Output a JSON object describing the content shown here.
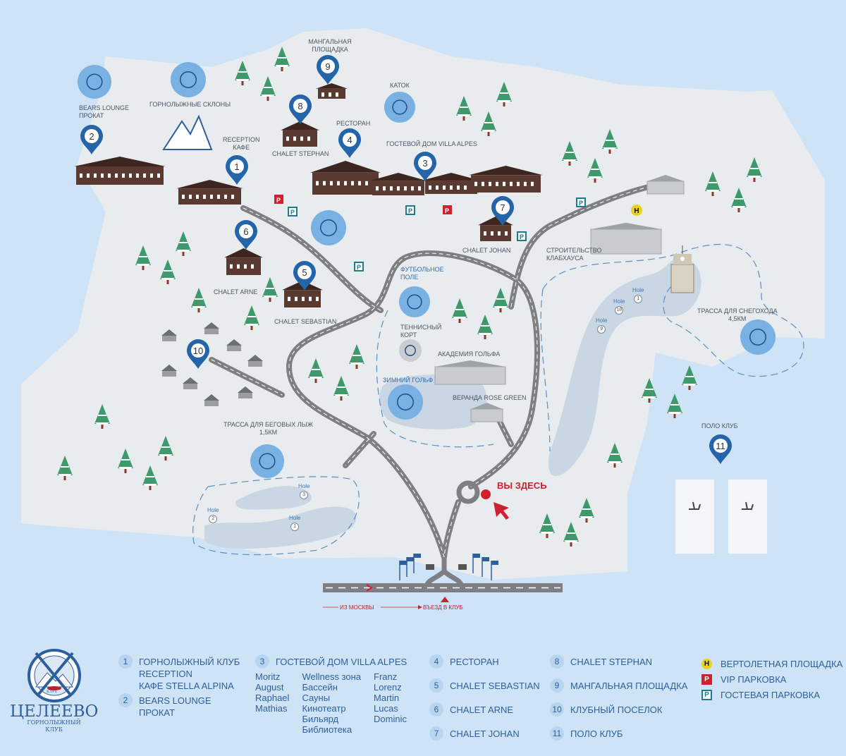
{
  "map": {
    "labels": {
      "bears_lounge": "BEARS LOUNGE",
      "prokat": "ПРОКАТ",
      "slopes": "ГОРНОЛЫЖНЫЕ СКЛОНЫ",
      "bbq": "МАНГАЛЬНАЯ ПЛОЩАДКА",
      "rink": "КАТОК",
      "reception": "RECEPTION",
      "cafe": "КАФЕ",
      "chalet_stephan": "CHALET STEPHAN",
      "restaurant": "РЕСТОРАН",
      "villa_alpes": "ГОСТЕВОЙ ДОМ VILLA ALPES",
      "chalet_johan": "CHALET JOHAN",
      "clubhouse": "СТРОИТЕЛЬСТВО КЛАБХАУСА",
      "chalet_arne": "CHALET ARNE",
      "chalet_sebastian": "CHALET SEBASTIAN",
      "football": "ФУТБОЛЬНОЕ ПОЛЕ",
      "tennis": "ТЕННИСНЫЙ КОРТ",
      "golf_academy": "АКАДЕМИЯ ГОЛЬФА",
      "winter_golf": "ЗИМНИЙ ГОЛЬФ",
      "veranda": "ВЕРАНДА ROSE GREEN",
      "snowmobile": "ТРАССА ДЛЯ СНЕГОХОДА",
      "snowmobile_len": "4,5км",
      "ski_track": "ТРАССА ДЛЯ БЕГОВЫХ ЛЫЖ",
      "ski_track_len": "1,5км",
      "polo": "ПОЛО КЛУБ",
      "you_are_here": "ВЫ ЗДЕСЬ",
      "from_moscow": "ИЗ МОСКВЫ",
      "entrance": "ВЪЕЗД В КЛУБ"
    },
    "holes": [
      {
        "label": "Hole",
        "n": "1"
      },
      {
        "label": "Hole",
        "n": "18"
      },
      {
        "label": "Hole",
        "n": "9"
      },
      {
        "label": "Hole",
        "n": "3"
      },
      {
        "label": "Hole",
        "n": "2"
      },
      {
        "label": "Hole",
        "n": "1"
      }
    ],
    "pins": [
      "1",
      "2",
      "3",
      "4",
      "5",
      "6",
      "7",
      "8",
      "9",
      "10",
      "11"
    ],
    "parking_symbol": "P",
    "heli_symbol": "H",
    "colors": {
      "pin": "#2464a8",
      "land": "#e9ecef",
      "water": "#cfe3f6",
      "lake": "#c9d7e4",
      "road": "#7d7f82",
      "accent": "#d0202e"
    }
  },
  "logo": {
    "title": "ЦЕЛЕЕВО",
    "subtitle1": "ГОРНОЛЫЖНЫЙ",
    "subtitle2": "КЛУБ",
    "badge": "КЛУБ"
  },
  "legend": {
    "items": [
      {
        "n": "1",
        "lines": [
          "ГОРНОЛЫЖНЫЙ КЛУБ",
          "RECEPTION",
          "КАФЕ STELLA ALPINA"
        ]
      },
      {
        "n": "2",
        "lines": [
          "BEARS LOUNGE",
          "ПРОКАТ"
        ]
      },
      {
        "n": "3",
        "title": "ГОСТЕВОЙ ДОМ VILLA ALPES",
        "col1": [
          "Moritz",
          "August",
          "Raphael",
          "Mathias"
        ],
        "col2": [
          "Wellness зона",
          "Бассейн",
          "Сауны",
          "Кинотеатр",
          "Бильярд",
          "Библиотека"
        ],
        "col3": [
          "Franz",
          "Lorenz",
          "Martin",
          "Lucas",
          "Dominic"
        ]
      },
      {
        "n": "4",
        "label": "РЕСТОРАН"
      },
      {
        "n": "5",
        "label": "CHALET SEBASTIAN"
      },
      {
        "n": "6",
        "label": "CHALET ARNE"
      },
      {
        "n": "7",
        "label": "CHALET JOHAN"
      },
      {
        "n": "8",
        "label": "CHALET STEPHAN"
      },
      {
        "n": "9",
        "label": "МАНГАЛЬНАЯ ПЛОЩАДКА"
      },
      {
        "n": "10",
        "label": "КЛУБНЫЙ ПОСЕЛОК"
      },
      {
        "n": "11",
        "label": "ПОЛО КЛУБ"
      }
    ],
    "symbols": [
      {
        "icon": "H",
        "label": "ВЕРТОЛЕТНАЯ ПЛОЩАДКА"
      },
      {
        "icon": "P",
        "label": "VIP ПАРКОВКА"
      },
      {
        "icon": "P",
        "label": "ГОСТЕВАЯ ПАРКОВКА"
      }
    ]
  }
}
